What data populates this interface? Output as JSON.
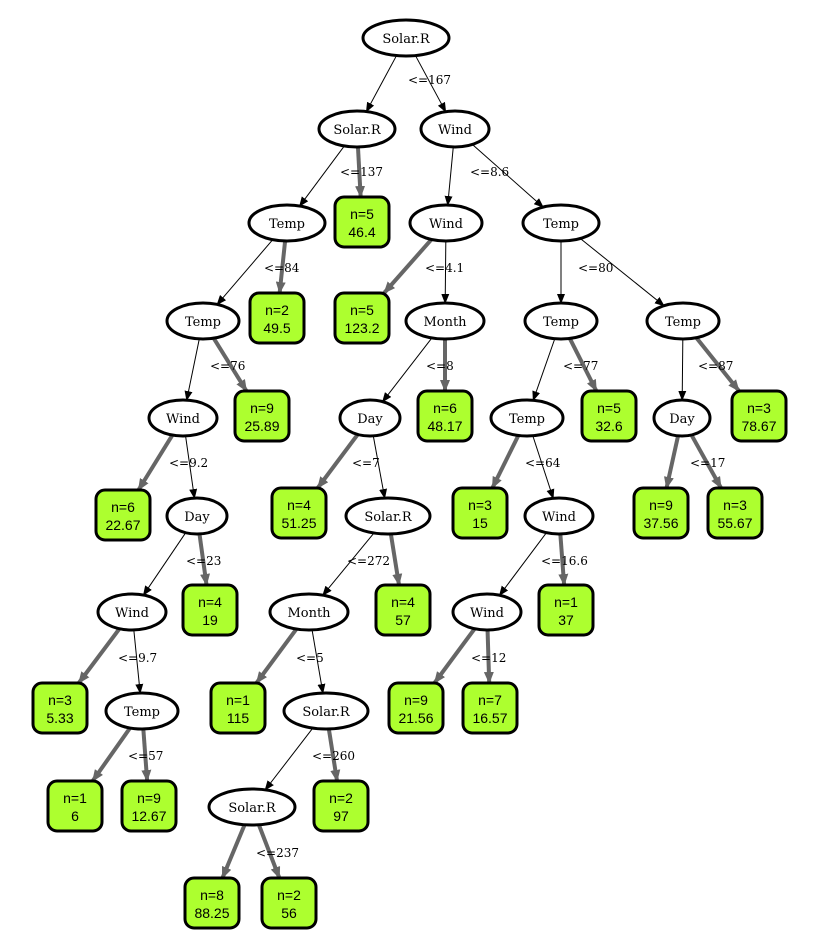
{
  "nodes": [
    {
      "id": "n1",
      "kind": "split",
      "label": "Solar.R"
    },
    {
      "id": "n2",
      "kind": "split",
      "label": "Solar.R"
    },
    {
      "id": "n3",
      "kind": "split",
      "label": "Wind"
    },
    {
      "id": "n4",
      "kind": "split",
      "label": "Temp"
    },
    {
      "id": "n5",
      "kind": "leaf",
      "n": "n=5",
      "value": "46.4"
    },
    {
      "id": "n6",
      "kind": "split",
      "label": "Wind"
    },
    {
      "id": "n7",
      "kind": "split",
      "label": "Temp"
    },
    {
      "id": "n8",
      "kind": "split",
      "label": "Temp"
    },
    {
      "id": "n9",
      "kind": "leaf",
      "n": "n=2",
      "value": "49.5"
    },
    {
      "id": "n10",
      "kind": "leaf",
      "n": "n=5",
      "value": "123.2"
    },
    {
      "id": "n11",
      "kind": "split",
      "label": "Month"
    },
    {
      "id": "n12",
      "kind": "split",
      "label": "Temp"
    },
    {
      "id": "n13",
      "kind": "split",
      "label": "Temp"
    },
    {
      "id": "n14",
      "kind": "split",
      "label": "Wind"
    },
    {
      "id": "n15",
      "kind": "leaf",
      "n": "n=9",
      "value": "25.89"
    },
    {
      "id": "n16",
      "kind": "split",
      "label": "Day"
    },
    {
      "id": "n17",
      "kind": "leaf",
      "n": "n=6",
      "value": "48.17"
    },
    {
      "id": "n18",
      "kind": "split",
      "label": "Temp"
    },
    {
      "id": "n19",
      "kind": "leaf",
      "n": "n=5",
      "value": "32.6"
    },
    {
      "id": "n20",
      "kind": "split",
      "label": "Day"
    },
    {
      "id": "n21",
      "kind": "leaf",
      "n": "n=3",
      "value": "78.67"
    },
    {
      "id": "n22",
      "kind": "leaf",
      "n": "n=6",
      "value": "22.67"
    },
    {
      "id": "n23",
      "kind": "split",
      "label": "Day"
    },
    {
      "id": "n24",
      "kind": "leaf",
      "n": "n=4",
      "value": "51.25"
    },
    {
      "id": "n25",
      "kind": "split",
      "label": "Solar.R"
    },
    {
      "id": "n26",
      "kind": "leaf",
      "n": "n=3",
      "value": "15"
    },
    {
      "id": "n27",
      "kind": "split",
      "label": "Wind"
    },
    {
      "id": "n28",
      "kind": "leaf",
      "n": "n=9",
      "value": "37.56"
    },
    {
      "id": "n29",
      "kind": "leaf",
      "n": "n=3",
      "value": "55.67"
    },
    {
      "id": "n30",
      "kind": "split",
      "label": "Wind"
    },
    {
      "id": "n31",
      "kind": "leaf",
      "n": "n=4",
      "value": "19"
    },
    {
      "id": "n32",
      "kind": "split",
      "label": "Month"
    },
    {
      "id": "n33",
      "kind": "leaf",
      "n": "n=4",
      "value": "57"
    },
    {
      "id": "n34",
      "kind": "split",
      "label": "Wind"
    },
    {
      "id": "n35",
      "kind": "leaf",
      "n": "n=1",
      "value": "37"
    },
    {
      "id": "n36",
      "kind": "leaf",
      "n": "n=3",
      "value": "5.33"
    },
    {
      "id": "n37",
      "kind": "split",
      "label": "Temp"
    },
    {
      "id": "n38",
      "kind": "leaf",
      "n": "n=1",
      "value": "115"
    },
    {
      "id": "n39",
      "kind": "split",
      "label": "Solar.R"
    },
    {
      "id": "n40",
      "kind": "leaf",
      "n": "n=9",
      "value": "21.56"
    },
    {
      "id": "n41",
      "kind": "leaf",
      "n": "n=7",
      "value": "16.57"
    },
    {
      "id": "n42",
      "kind": "leaf",
      "n": "n=1",
      "value": "6"
    },
    {
      "id": "n43",
      "kind": "leaf",
      "n": "n=9",
      "value": "12.67"
    },
    {
      "id": "n44",
      "kind": "split",
      "label": "Solar.R"
    },
    {
      "id": "n45",
      "kind": "leaf",
      "n": "n=2",
      "value": "97"
    },
    {
      "id": "n46",
      "kind": "leaf",
      "n": "n=8",
      "value": "88.25"
    },
    {
      "id": "n47",
      "kind": "leaf",
      "n": "n=2",
      "value": "56"
    }
  ],
  "edges": [
    {
      "from": "n1",
      "to": "n2",
      "label": "<=167"
    },
    {
      "from": "n1",
      "to": "n3",
      "label": ""
    },
    {
      "from": "n2",
      "to": "n4",
      "label": "<=137"
    },
    {
      "from": "n2",
      "to": "n5",
      "label": ""
    },
    {
      "from": "n3",
      "to": "n6",
      "label": "<=8.6"
    },
    {
      "from": "n3",
      "to": "n7",
      "label": ""
    },
    {
      "from": "n4",
      "to": "n8",
      "label": "<=84"
    },
    {
      "from": "n4",
      "to": "n9",
      "label": ""
    },
    {
      "from": "n6",
      "to": "n10",
      "label": "<=4.1"
    },
    {
      "from": "n6",
      "to": "n11",
      "label": ""
    },
    {
      "from": "n7",
      "to": "n12",
      "label": "<=80"
    },
    {
      "from": "n7",
      "to": "n13",
      "label": ""
    },
    {
      "from": "n8",
      "to": "n14",
      "label": "<=76"
    },
    {
      "from": "n8",
      "to": "n15",
      "label": ""
    },
    {
      "from": "n11",
      "to": "n16",
      "label": "<=8"
    },
    {
      "from": "n11",
      "to": "n17",
      "label": ""
    },
    {
      "from": "n12",
      "to": "n18",
      "label": "<=77"
    },
    {
      "from": "n12",
      "to": "n19",
      "label": ""
    },
    {
      "from": "n13",
      "to": "n20",
      "label": "<=87"
    },
    {
      "from": "n13",
      "to": "n21",
      "label": ""
    },
    {
      "from": "n14",
      "to": "n22",
      "label": "<=9.2"
    },
    {
      "from": "n14",
      "to": "n23",
      "label": ""
    },
    {
      "from": "n16",
      "to": "n24",
      "label": "<=7"
    },
    {
      "from": "n16",
      "to": "n25",
      "label": ""
    },
    {
      "from": "n18",
      "to": "n26",
      "label": "<=64"
    },
    {
      "from": "n18",
      "to": "n27",
      "label": ""
    },
    {
      "from": "n20",
      "to": "n28",
      "label": "<=17"
    },
    {
      "from": "n20",
      "to": "n29",
      "label": ""
    },
    {
      "from": "n23",
      "to": "n30",
      "label": "<=23"
    },
    {
      "from": "n23",
      "to": "n31",
      "label": ""
    },
    {
      "from": "n25",
      "to": "n32",
      "label": "<=272"
    },
    {
      "from": "n25",
      "to": "n33",
      "label": ""
    },
    {
      "from": "n27",
      "to": "n34",
      "label": "<=16.6"
    },
    {
      "from": "n27",
      "to": "n35",
      "label": ""
    },
    {
      "from": "n30",
      "to": "n36",
      "label": "<=9.7"
    },
    {
      "from": "n30",
      "to": "n37",
      "label": ""
    },
    {
      "from": "n32",
      "to": "n38",
      "label": "<=5"
    },
    {
      "from": "n32",
      "to": "n39",
      "label": ""
    },
    {
      "from": "n34",
      "to": "n40",
      "label": "<=12"
    },
    {
      "from": "n34",
      "to": "n41",
      "label": ""
    },
    {
      "from": "n37",
      "to": "n42",
      "label": "<=57"
    },
    {
      "from": "n37",
      "to": "n43",
      "label": ""
    },
    {
      "from": "n39",
      "to": "n44",
      "label": "<=260"
    },
    {
      "from": "n39",
      "to": "n45",
      "label": ""
    },
    {
      "from": "n44",
      "to": "n46",
      "label": "<=237"
    },
    {
      "from": "n44",
      "to": "n47",
      "label": ""
    }
  ],
  "colors": {
    "leaf_fill": "#adff2f",
    "thick_edge": "#666666",
    "thin_edge": "#000000",
    "node_stroke": "#000000"
  }
}
